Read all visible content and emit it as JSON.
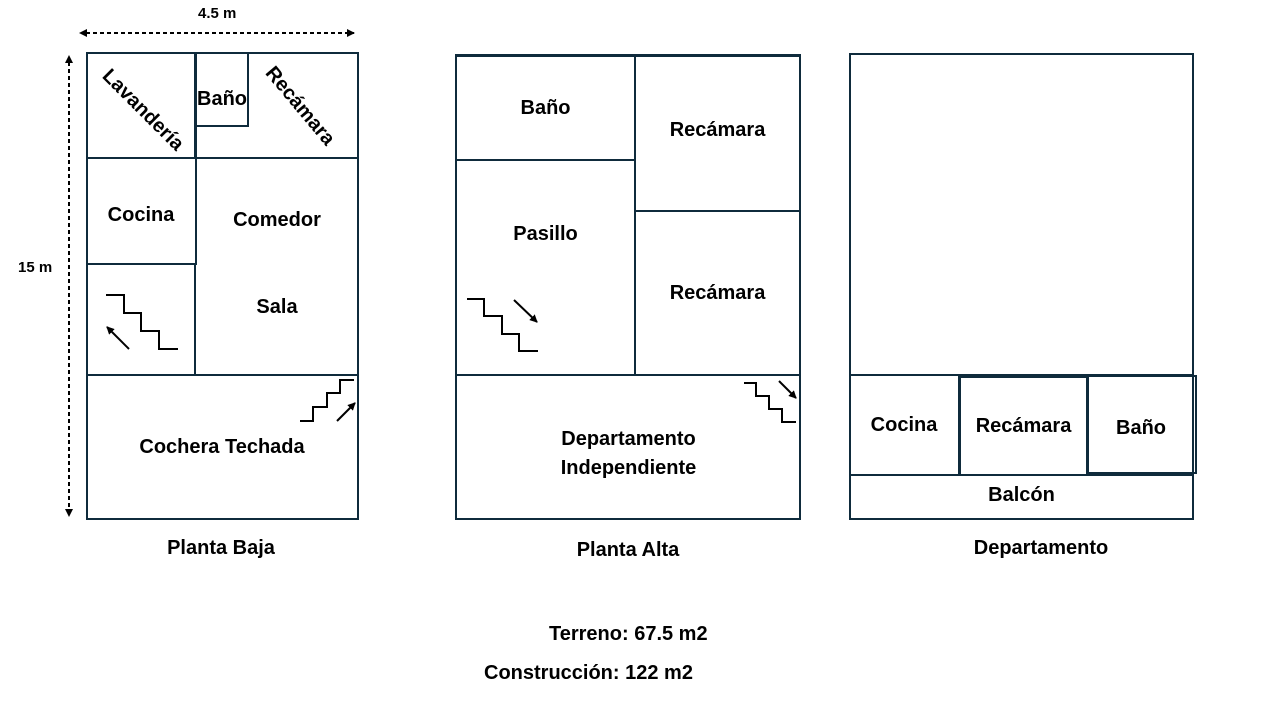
{
  "dimensions": {
    "width": "4.5 m",
    "height": "15 m"
  },
  "planta_baja": {
    "caption": "Planta Baja",
    "rooms": {
      "lavanderia": "Lavandería",
      "bano": "Baño",
      "recamara": "Recámara",
      "cocina": "Cocina",
      "comedor": "Comedor",
      "sala": "Sala",
      "cochera": "Cochera Techada"
    }
  },
  "planta_alta": {
    "caption": "Planta Alta",
    "rooms": {
      "bano": "Baño",
      "recamara_1": "Recámara",
      "pasillo": "Pasillo",
      "recamara_2": "Recámara",
      "departamento_line1": "Departamento",
      "departamento_line2": "Independiente"
    }
  },
  "departamento": {
    "caption": "Departamento",
    "rooms": {
      "cocina": "Cocina",
      "recamara": "Recámara",
      "bano": "Baño",
      "balcon": "Balcón"
    }
  },
  "summary": {
    "terreno": "Terreno: 67.5 m2",
    "construccion": "Construcción: 122 m2"
  },
  "colors": {
    "wall": "#0f2b3c",
    "text": "#000000"
  }
}
